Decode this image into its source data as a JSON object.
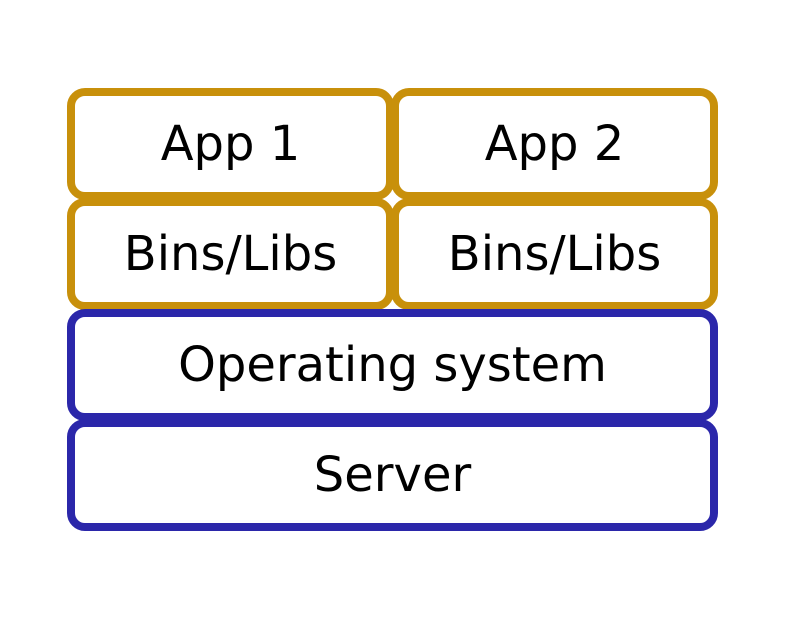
{
  "colors": {
    "app_layer_border": "#C8900B",
    "base_layer_border": "#2B27AA",
    "text": "#000000",
    "background": "#FFFFFF"
  },
  "diagram": {
    "apps": [
      {
        "label": "App 1",
        "libs_label": "Bins/Libs"
      },
      {
        "label": "App 2",
        "libs_label": "Bins/Libs"
      }
    ],
    "operating_system_label": "Operating system",
    "server_label": "Server"
  }
}
